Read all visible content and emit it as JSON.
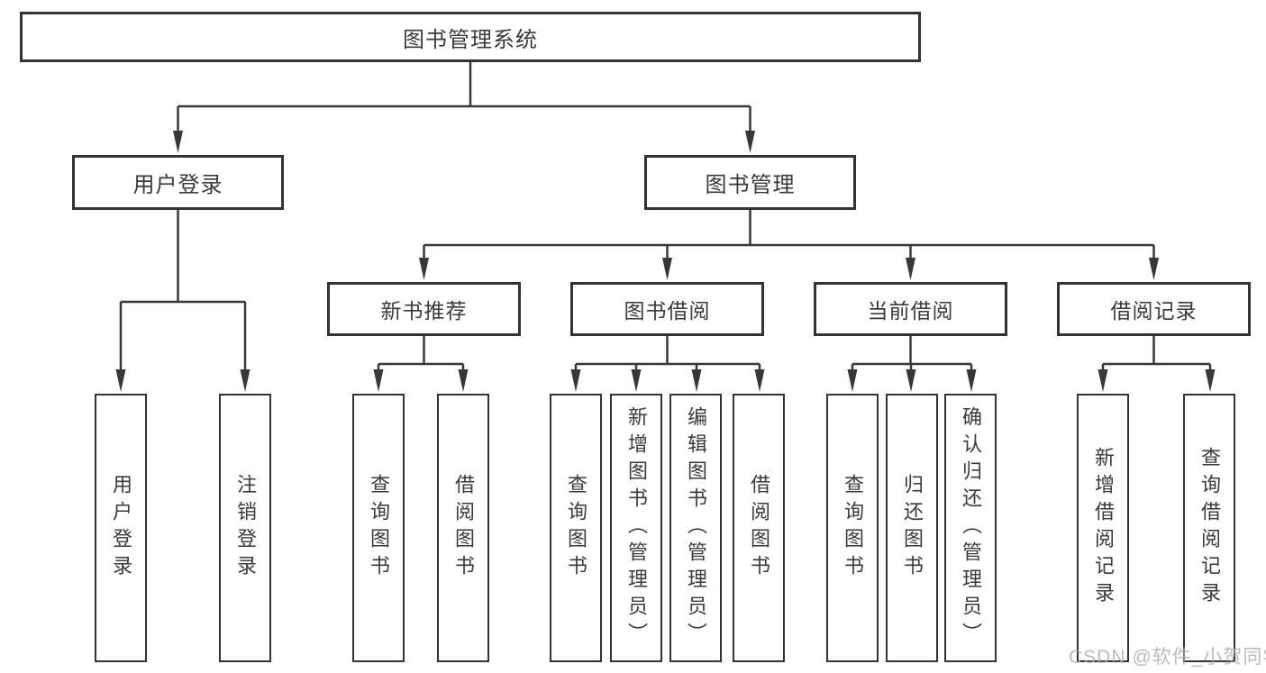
{
  "diagram": {
    "root": {
      "label": "图书管理系统"
    },
    "branches": [
      {
        "label": "用户登录",
        "children": [
          {
            "label": "用户登录"
          },
          {
            "label": "注销登录"
          }
        ]
      },
      {
        "label": "图书管理",
        "children": [
          {
            "label": "新书推荐",
            "children": [
              {
                "label": "查询图书"
              },
              {
                "label": "借阅图书"
              }
            ]
          },
          {
            "label": "图书借阅",
            "children": [
              {
                "label": "查询图书"
              },
              {
                "label": "新增图书（管理员）"
              },
              {
                "label": "编辑图书（管理员）"
              },
              {
                "label": "借阅图书"
              }
            ]
          },
          {
            "label": "当前借阅",
            "children": [
              {
                "label": "查询图书"
              },
              {
                "label": "归还图书"
              },
              {
                "label": "确认归还（管理员）"
              }
            ]
          },
          {
            "label": "借阅记录",
            "children": [
              {
                "label": "新增借阅记录"
              },
              {
                "label": "查询借阅记录"
              }
            ]
          }
        ]
      }
    ]
  },
  "watermark": "CSDN @软件_小贺同学",
  "colors": {
    "line": "#383838",
    "border": "#333333",
    "text": "#3a3a3a",
    "watermark": "#ababab",
    "background": "#ffffff"
  }
}
